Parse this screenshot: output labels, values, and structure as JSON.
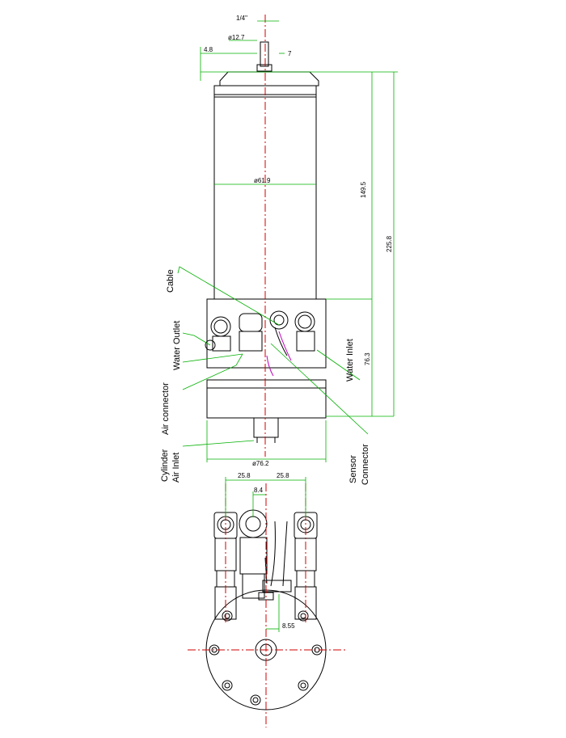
{
  "colors": {
    "outline": "#000000",
    "dimension": "#00b000",
    "centerline": "#d00000",
    "leader": "#00b000",
    "wire": "#c000c0"
  },
  "dimensions": {
    "shaft_tip": "1/4\"",
    "shaft_dia": "ø12.7",
    "shoulder": "4.8",
    "shaft_step": "7",
    "body_dia": "ø61.9",
    "body_length": "149.5",
    "overall_length": "225.8",
    "cap_height": "76.3",
    "base_dia": "ø76.2",
    "left_offset": "25.8",
    "right_offset": "25.8",
    "center_offset": "8.4",
    "sensor_offset": "8.55"
  },
  "labels": {
    "cable": "Cable",
    "water_outlet": "Water Outlet",
    "air_connector": "Air connector",
    "cylinder_air_inlet_1": "Cylinder",
    "cylinder_air_inlet_2": "Air Inlet",
    "water_inlet": "Water Inlet",
    "sensor_connector_1": "Sensor",
    "sensor_connector_2": "Connector"
  }
}
